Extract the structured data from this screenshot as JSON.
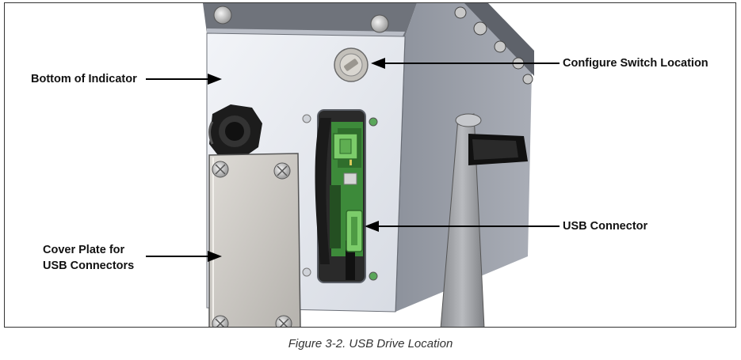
{
  "callouts": {
    "bottom_of_indicator": "Bottom of Indicator",
    "configure_switch_location": "Configure Switch Location",
    "usb_connector": "USB Connector",
    "cover_plate_line1": "Cover Plate for",
    "cover_plate_line2": "USB Connectors"
  },
  "caption": "Figure 3-2. USB Drive Location",
  "colors": {
    "enclosure_face": "#e4e7ee",
    "enclosure_side": "#9a9ea8",
    "cover_plate": "#c9c6c1",
    "pcb_green": "#3d8a3a",
    "connector_green": "#7ccc6a",
    "arrow": "#000000"
  },
  "icons": [
    "screw-icon",
    "cable-gland-icon",
    "usb-connector-icon",
    "configure-switch-icon"
  ]
}
